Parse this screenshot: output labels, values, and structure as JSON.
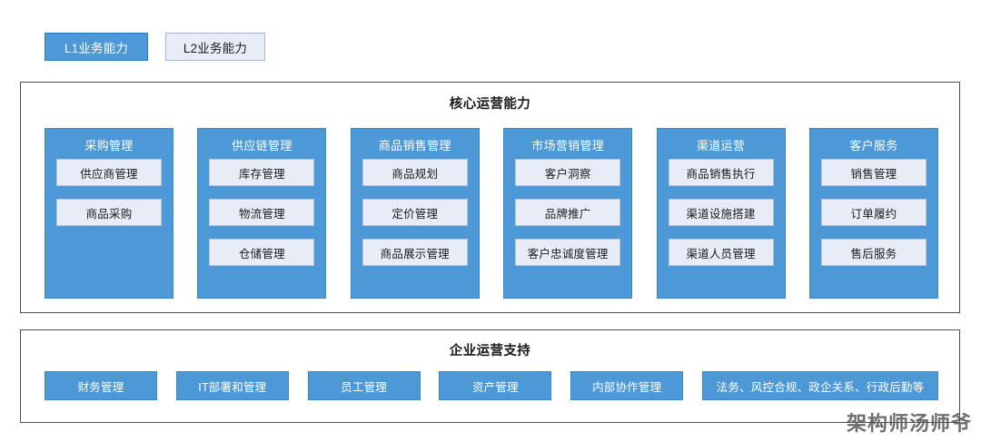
{
  "legend": {
    "l1": "L1业务能力",
    "l2": "L2业务能力"
  },
  "core": {
    "title": "核心运营能力",
    "columns": [
      {
        "title": "采购管理",
        "items": [
          "供应商管理",
          "商品采购"
        ]
      },
      {
        "title": "供应链管理",
        "items": [
          "库存管理",
          "物流管理",
          "仓储管理"
        ]
      },
      {
        "title": "商品销售管理",
        "items": [
          "商品规划",
          "定价管理",
          "商品展示管理"
        ]
      },
      {
        "title": "市场营销管理",
        "items": [
          "客户洞察",
          "品牌推广",
          "客户忠诚度管理"
        ]
      },
      {
        "title": "渠道运营",
        "items": [
          "商品销售执行",
          "渠道设施搭建",
          "渠道人员管理"
        ]
      },
      {
        "title": "客户服务",
        "items": [
          "销售管理",
          "订单履约",
          "售后服务"
        ]
      }
    ]
  },
  "support": {
    "title": "企业运营支持",
    "items": [
      "财务管理",
      "IT部署和管理",
      "员工管理",
      "资产管理",
      "内部协作管理",
      "法务、风控合规、政企关系、行政后勤等"
    ]
  },
  "watermark": "架构师汤师爷",
  "colors": {
    "primary_blue": "#4d98d6",
    "blue_border": "#3d86c4",
    "light_box": "#e8ecf6",
    "light_border": "#b8c2d8",
    "panel_border": "#4d4d4d",
    "text_dark": "#1a1a1a",
    "text_light": "#ffffff"
  }
}
